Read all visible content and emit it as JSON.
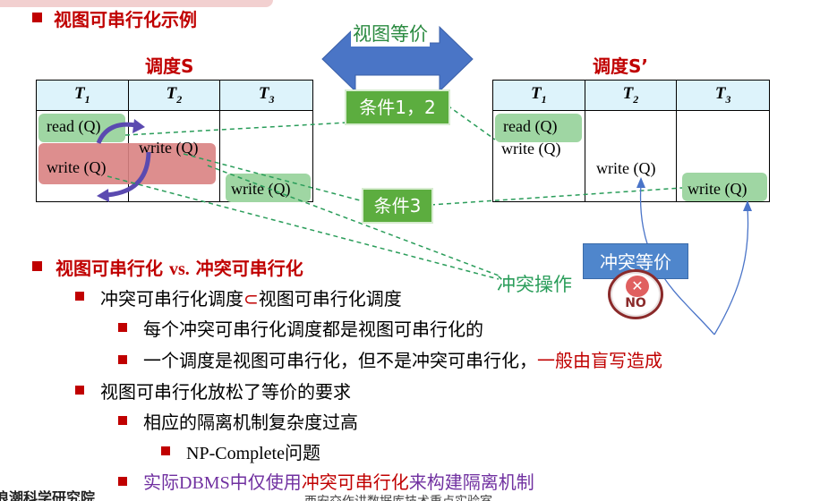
{
  "heading": "视图可串行化示例",
  "schedule_s": {
    "title": "调度S",
    "headers": [
      "T",
      "T",
      "T"
    ],
    "subscripts": [
      "1",
      "2",
      "3"
    ],
    "ops": {
      "read_q": "read (Q)",
      "write_q_t2": "write (Q)",
      "write_q_t1": "write (Q)",
      "write_q_t3": "write (Q)"
    }
  },
  "schedule_s2": {
    "title": "调度S’",
    "headers": [
      "T",
      "T",
      "T"
    ],
    "subscripts": [
      "1",
      "2",
      "3"
    ],
    "ops": {
      "read_q": "read (Q)",
      "write_q_t1": "write (Q)",
      "write_q_t2": "write (Q)",
      "write_q_t3": "write (Q)"
    }
  },
  "arrow_label": "视图等价",
  "cond12": "条件1，2",
  "cond3": "条件3",
  "conflict_equiv": "冲突等价",
  "conflict_ops": "冲突操作",
  "no_badge": "NO",
  "bullets": {
    "b1": {
      "prefix": "视图可串行化 ",
      "vs": "vs.",
      "suffix": " 冲突可串行化"
    },
    "b2": {
      "pre": "冲突可串行化调度",
      "sym": "⊂",
      "post": "视图可串行化调度"
    },
    "b3": "每个冲突可串行化调度都是视图可串行化的",
    "b4": {
      "text": "一个调度是视图可串行化，但不是冲突可串行化，",
      "red": "一般由盲写造成"
    },
    "b5": "视图可串行化放松了等价的要求",
    "b6": "相应的隔离机制复杂度过高",
    "b7": {
      "np": "NP-Complete",
      "suffix": "问题"
    },
    "b8": {
      "p1": "实际",
      "dbms": "DBMS",
      "p2": "中仅使用",
      "red": "冲突可串行化",
      "p3": "来构建隔离机制"
    }
  },
  "footer": {
    "left": "浪潮科学研究院",
    "center": "西安交作讲数据库技术重点实验室"
  }
}
